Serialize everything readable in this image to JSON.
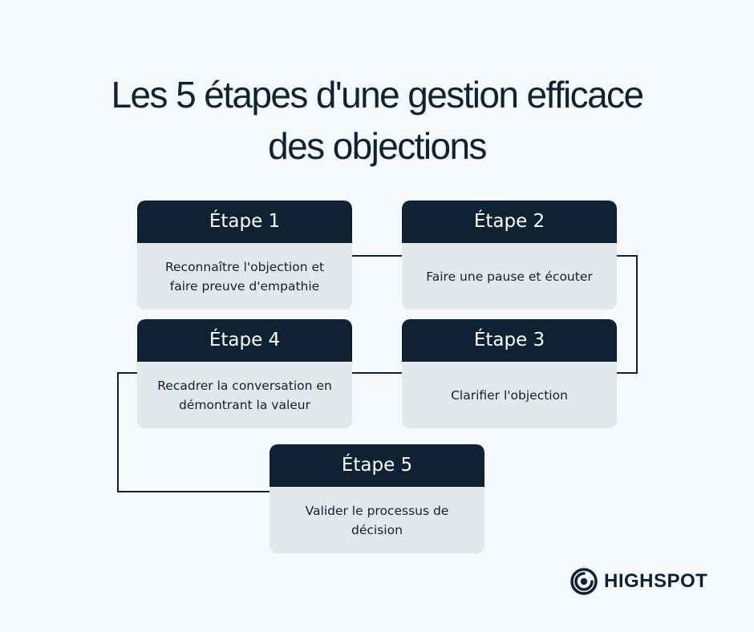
{
  "title": {
    "line1": "Les 5 étapes d'une gestion efficace",
    "line2": "des objections"
  },
  "steps": [
    {
      "label": "Étape 1",
      "text_line1": "Reconnaître l'objection et",
      "text_line2": "faire preuve d'empathie"
    },
    {
      "label": "Étape 2",
      "text_line1": "Faire une pause et écouter",
      "text_line2": ""
    },
    {
      "label": "Étape 3",
      "text_line1": "Clarifier l'objection",
      "text_line2": ""
    },
    {
      "label": "Étape 4",
      "text_line1": "Recadrer la conversation en",
      "text_line2": "démontrant la valeur"
    },
    {
      "label": "Étape 5",
      "text_line1": "Valider le processus de",
      "text_line2": "décision"
    }
  ],
  "logo": {
    "text": "HIGHSPOT",
    "icon": "highspot-logo-icon"
  },
  "colors": {
    "background": "#f6f9fc",
    "header": "#0e2233",
    "body": "#e3e8ed",
    "text": "#0e2233"
  }
}
